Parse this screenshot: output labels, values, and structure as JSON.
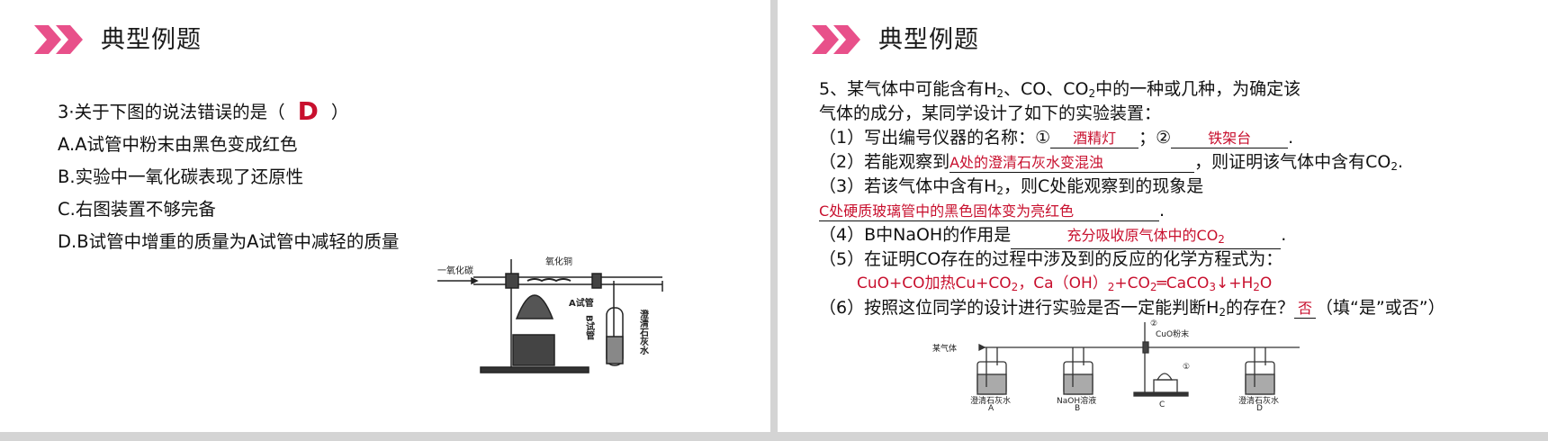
{
  "left_slide": {
    "title": "典型例题",
    "question_prefix": "3·关于下图的说法错误的是（",
    "answer": "D",
    "question_suffix": "）",
    "options": [
      "A.A试管中粉末由黑色变成红色",
      "B.实验中一氧化碳表现了还原性",
      "C.右图装置不够完备",
      "D.B试管中增重的质量为A试管中减轻的质量"
    ],
    "figure_labels": {
      "co_in": "一氧化碳",
      "cuo": "氧化铜",
      "tube_a": "A试管",
      "tube_b": "B试管",
      "limewater": "澄清石灰水"
    }
  },
  "right_slide": {
    "title": "典型例题",
    "q_line1_a": "5、某气体中可能含有H",
    "q_line1_b": "、CO、CO",
    "q_line1_c": "中的一种或几种，为确定该",
    "sub2": "2",
    "q_line2": "气体的成分，某同学设计了如下的实验装置：",
    "p1_a": "（1）写出编号仪器的名称：①",
    "p1_ans1": "酒精灯",
    "p1_b": "；②",
    "p1_ans2": "铁架台",
    "p1_c": ".",
    "p2_a": "（2）若能观察到",
    "p2_ans": "A处的澄清石灰水变混浊",
    "p2_b": "，则证明该气体中含有CO",
    "p2_c": ".",
    "p3_a": "（3）若该气体中含有H",
    "p3_b": "，则C处能观察到的现象是",
    "p3_ans": "C处硬质玻璃管中的黑色固体变为亮红色",
    "p3_end": ".",
    "p4_a": "（4）B中NaOH的作用是",
    "p4_ans": "充分吸收原气体中的CO",
    "p4_end": ".",
    "p5": "（5）在证明CO存在的过程中涉及到的反应的化学方程式为：",
    "eq_a": "CuO+CO加热Cu+CO",
    "eq_b": "，Ca（OH）",
    "eq_c": "+CO",
    "eq_d": "═CaCO",
    "eq_e": "↓+H",
    "eq_f": "O",
    "sub3": "3",
    "p6_a": "（6）按照这位同学的设计进行实验是否一定能判断H",
    "p6_b": "的存在？",
    "p6_ans": "否",
    "p6_c": "（填“是”或否”）",
    "figure_labels": {
      "gas_in": "某气体",
      "cuo_powder": "CuO粉末",
      "circle1": "①",
      "circle2": "②",
      "bottle_a": "澄清石灰水",
      "a": "A",
      "bottle_b": "NaOH溶液",
      "b": "B",
      "c": "C",
      "bottle_d": "澄清石灰水",
      "d": "D"
    }
  },
  "colors": {
    "accent_pink": "#e8508a",
    "answer_red": "#c8102e"
  }
}
